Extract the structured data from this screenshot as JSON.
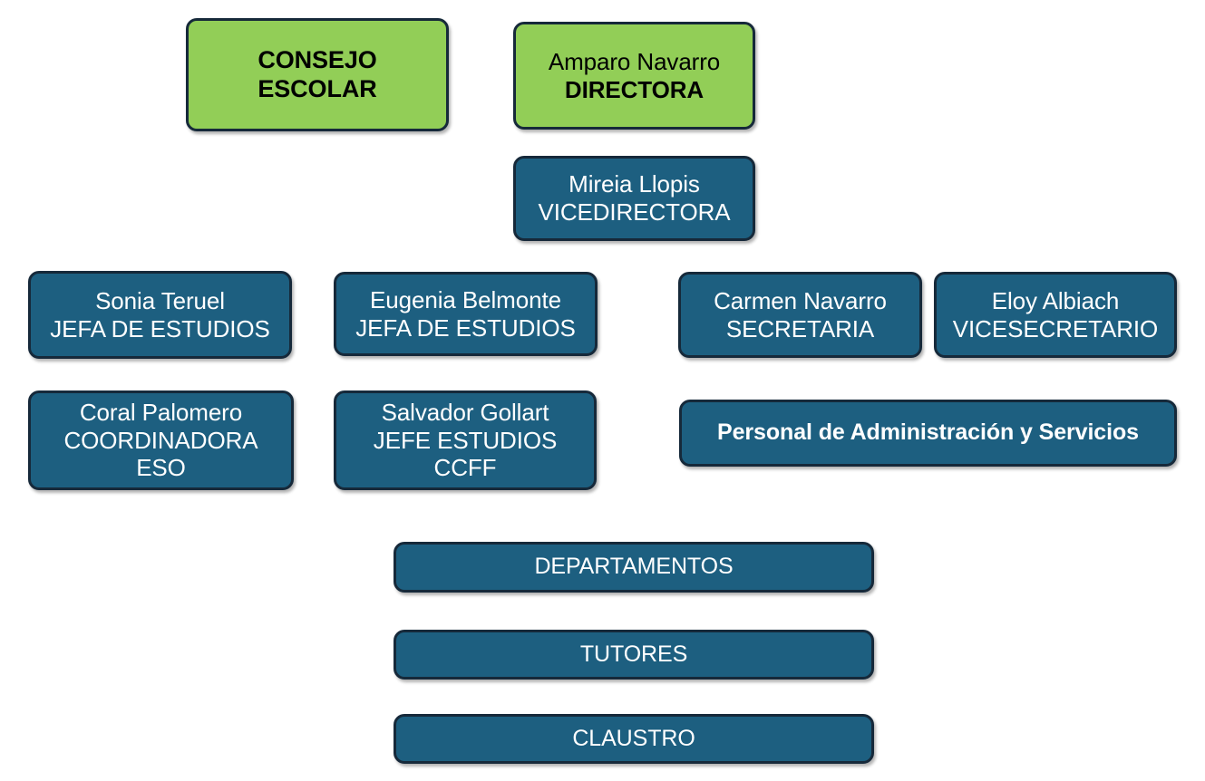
{
  "chart_type": "organizational-chart",
  "colors": {
    "green_fill": "#92ce57",
    "teal_fill": "#1d5f80",
    "border": "#16293a",
    "green_text": "#000000",
    "teal_text": "#ffffff",
    "background": "#ffffff"
  },
  "nodes": {
    "consejo_escolar": {
      "line1": "CONSEJO",
      "line2": "ESCOLAR"
    },
    "directora": {
      "name": "Amparo Navarro",
      "role": "DIRECTORA"
    },
    "vicedirectora": {
      "name": "Mireia Llopis",
      "role": "VICEDIRECTORA"
    },
    "jefa_estudios_1": {
      "name": "Sonia Teruel",
      "role": "JEFA DE ESTUDIOS"
    },
    "jefa_estudios_2": {
      "name": "Eugenia Belmonte",
      "role": "JEFA DE ESTUDIOS"
    },
    "secretaria": {
      "name": "Carmen Navarro",
      "role": "SECRETARIA"
    },
    "vicesecretario": {
      "name": "Eloy Albiach",
      "role": "VICESECRETARIO"
    },
    "coordinadora_eso": {
      "name": "Coral Palomero",
      "role": "COORDINADORA",
      "role2": "ESO"
    },
    "jefe_estudios_ccff": {
      "name": "Salvador Gollart",
      "role": "JEFE ESTUDIOS",
      "role2": "CCFF"
    },
    "pas": {
      "label": "Personal de Administración y Servicios"
    },
    "departamentos": {
      "label": "DEPARTAMENTOS"
    },
    "tutores": {
      "label": "TUTORES"
    },
    "claustro": {
      "label": "CLAUSTRO"
    }
  }
}
